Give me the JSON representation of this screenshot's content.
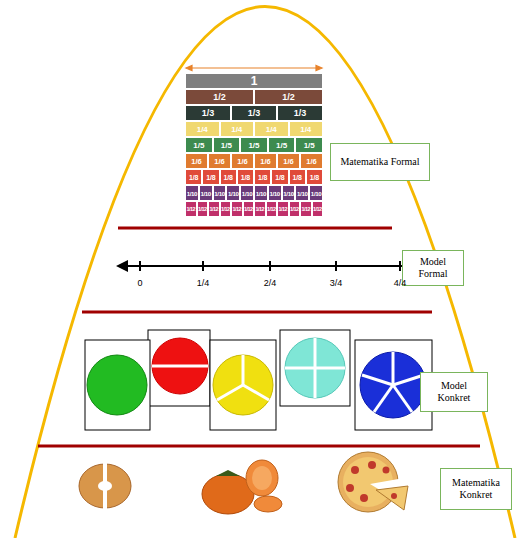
{
  "diagram": {
    "nodes": [
      {
        "text": [
          "Matematika Formal"
        ]
      },
      {
        "text": [
          "Model Formal"
        ]
      },
      {
        "text": [
          "Model Konkret"
        ]
      },
      {
        "text": [
          "Matematika Konkret"
        ]
      }
    ],
    "labels": [
      "1",
      "1/2",
      "1/2",
      "1/3",
      "1/3",
      "1/3",
      "1/4",
      "1/4",
      "1/4",
      "1/4",
      "1/5",
      "1/5",
      "1/5",
      "1/5",
      "1/5",
      "1/6",
      "1/6",
      "1/6",
      "1/6",
      "1/6",
      "1/6",
      "1/8",
      "1/8",
      "1/8",
      "1/8",
      "1/8",
      "1/8",
      "1/8",
      "1/8",
      "1/10",
      "1/10",
      "1/10",
      "1/10",
      "1/10",
      "1/10",
      "1/10",
      "1/10",
      "1/10",
      "1/10",
      "1/12",
      "1/12",
      "1/12",
      "1/12",
      "1/12",
      "1/12",
      "1/12",
      "1/12",
      "1/12",
      "1/12",
      "1/12",
      "1/12",
      "0",
      "1/4",
      "2/4",
      "3/4",
      "4/4"
    ]
  }
}
